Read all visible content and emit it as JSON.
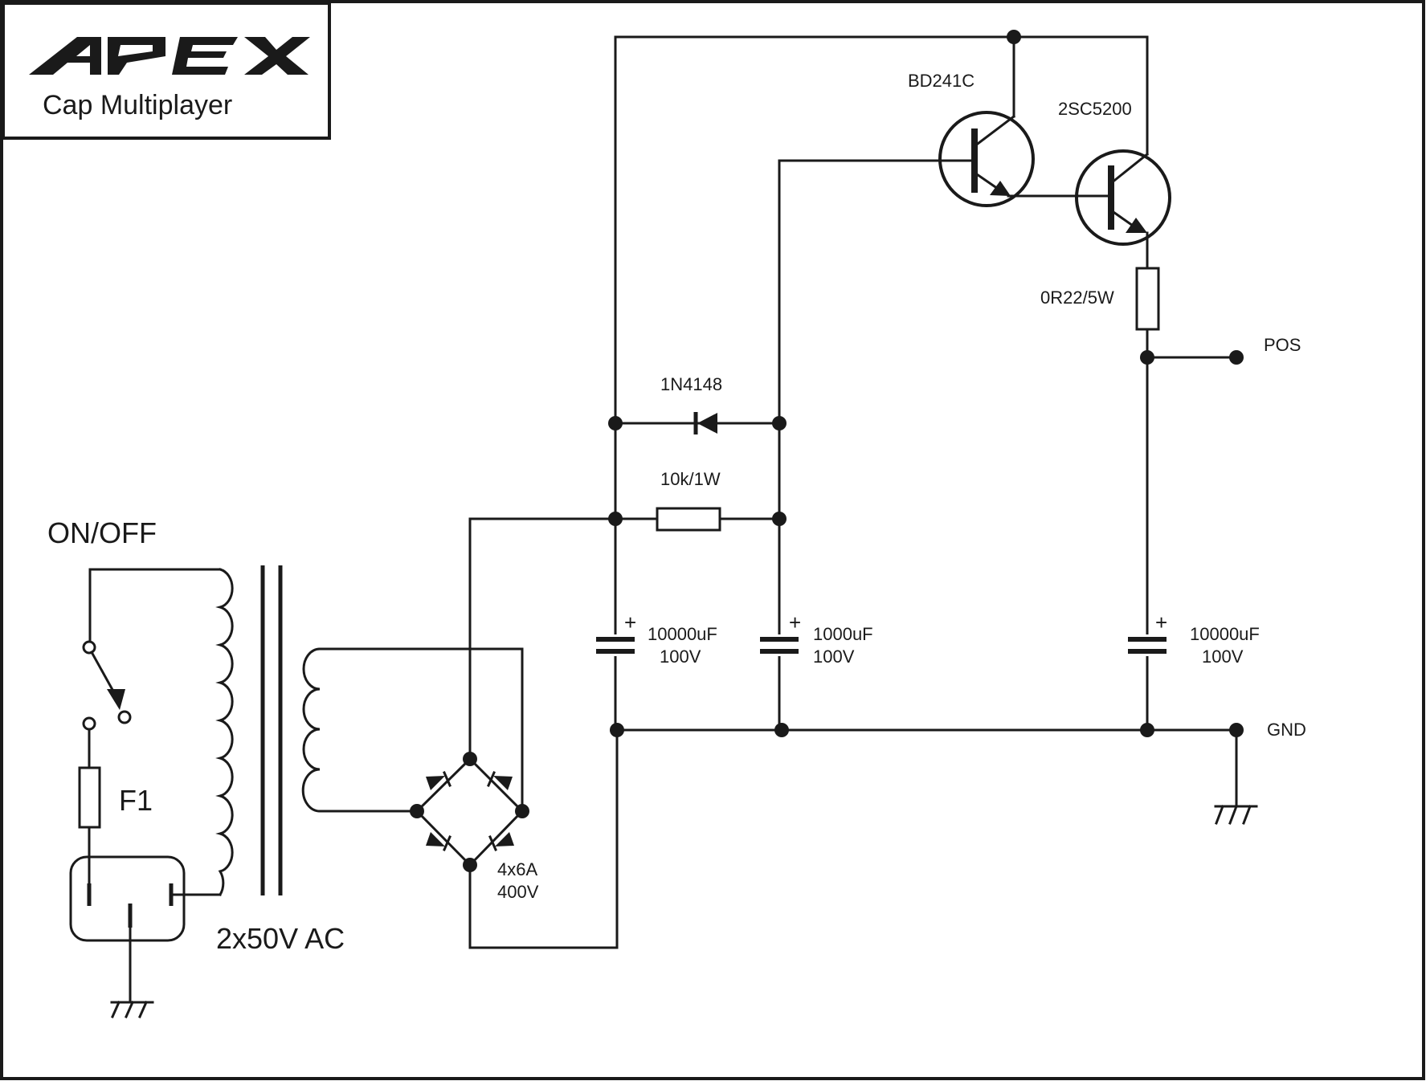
{
  "brand": {
    "logo_text": "APEX",
    "subtitle": "Cap Multiplayer"
  },
  "labels": {
    "switch": "ON/OFF",
    "fuse": "F1",
    "transformer": "2x50V AC",
    "bridge_line1": "4x6A",
    "bridge_line2": "400V",
    "diode": "1N4148",
    "resistor": "10k/1W",
    "c1_value": "10000uF",
    "c1_voltage": "100V",
    "c2_value": "1000uF",
    "c2_voltage": "100V",
    "c3_value": "10000uF",
    "c3_voltage": "100V",
    "plus": "+",
    "q1": "BD241C",
    "q2": "2SC5200",
    "emitter_resistor": "0R22/5W",
    "out_pos": "POS",
    "out_gnd": "GND"
  }
}
